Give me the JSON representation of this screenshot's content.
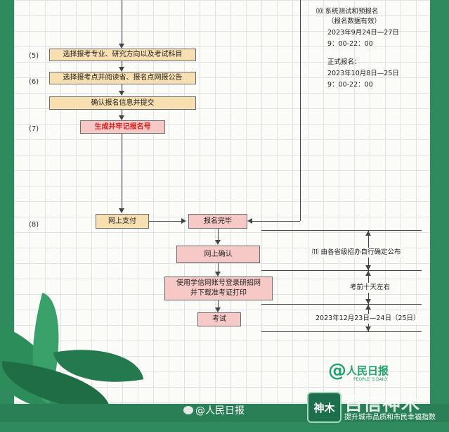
{
  "steps": {
    "s5": "(5)",
    "s6": "(6)",
    "s7": "(7)",
    "s8": "(8)"
  },
  "boxes": {
    "choose_major": "选择报考专业、研究方向以及考试科目",
    "choose_site": "选择报考点并阅读省、报名点网报公告",
    "confirm_info": "确认报名信息并提交",
    "gen_number": "生成并牢记报名号",
    "online_pay": "网上支付",
    "reg_done": "报名完毕",
    "online_confirm": "网上确认",
    "print_ticket_1": "使用学信网账号登录研招网",
    "print_ticket_2": "并下载准考证打印",
    "exam": "考试"
  },
  "notes": {
    "pre_label": "⑽ 系统测试和预报名",
    "pre_sub": "（报名数据有效）",
    "pre_date": "2023年9月24日—27日",
    "pre_time": "9：00-22：00",
    "formal_label": "正式报名：",
    "formal_date": "2023年10月8日—25日",
    "formal_time": "9：00-22：00",
    "province": "⑾ 由各省级招办自行确定公布",
    "ten_days": "考前十天左右",
    "exam_date": "2023年12月23日—24日（25日）"
  },
  "logo": {
    "brand": "人民日报",
    "brand_en": "PEOPLE' S DAILY"
  },
  "watermark": {
    "weibo": "@人民日报",
    "left_badge": "神木",
    "title": "百信神木",
    "slogan": "提升城市品质和市民幸福指数"
  },
  "colors": {
    "tan": "#f7dfb2",
    "pink": "#f6c9c7",
    "green": "#2f8a5e",
    "red": "#d81e1e"
  }
}
